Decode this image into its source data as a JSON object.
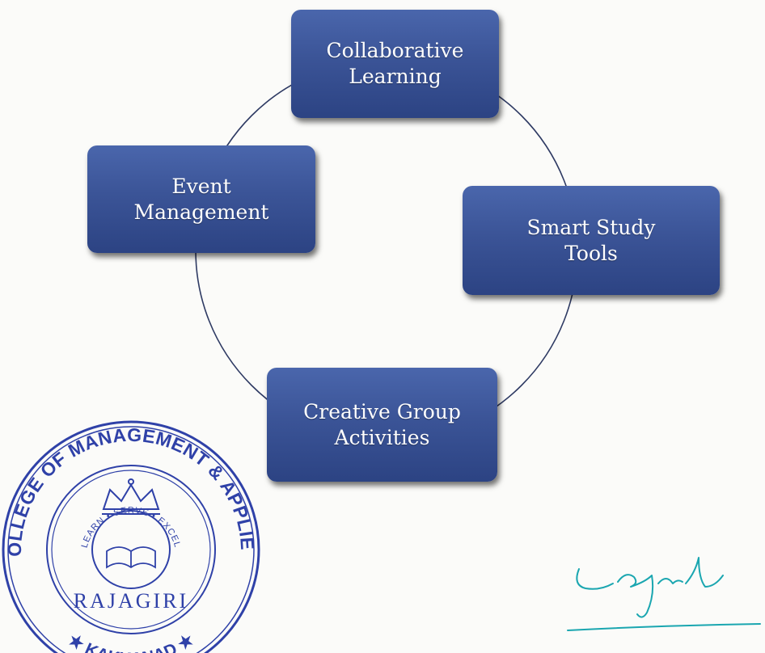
{
  "diagram": {
    "nodes": [
      {
        "id": "collaborative-learning",
        "lines": [
          "Collaborative",
          "Learning"
        ]
      },
      {
        "id": "event-management",
        "lines": [
          "Event",
          "Management"
        ]
      },
      {
        "id": "smart-study-tools",
        "lines": [
          "Smart Study",
          "Tools"
        ]
      },
      {
        "id": "creative-group-activities",
        "lines": [
          "Creative Group",
          "Activities"
        ]
      }
    ]
  },
  "seal": {
    "outer_text": "RAJAGIRI COLLEGE OF MANAGEMENT & APPLIED SCIENCES",
    "bottom_text": "★ KAKKANAD ★",
    "motto": "LEARN • SERVE • EXCEL",
    "name": "RAJAGIRI",
    "color": "#2f41a8"
  },
  "signature": {
    "ink_color": "#1aa6b0"
  },
  "colors": {
    "node_fill": "#3b5497",
    "connector": "#2e3a63",
    "node_text": "#ffffff"
  }
}
